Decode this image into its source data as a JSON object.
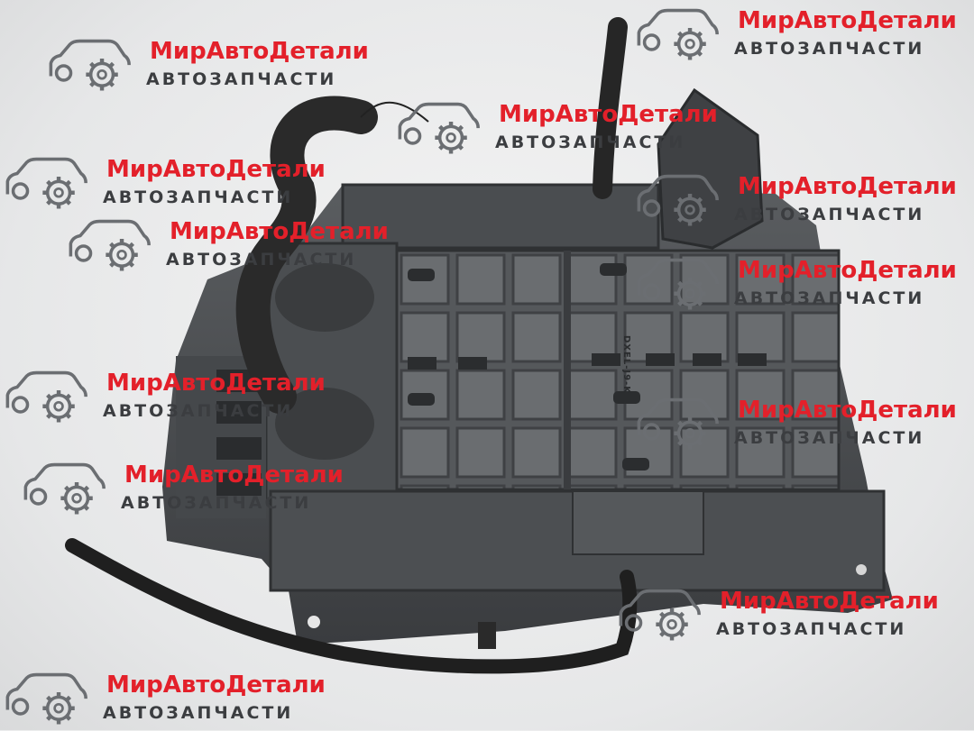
{
  "watermark": {
    "title": "МирАвтоДетали",
    "subtitle": "АВТОЗАПЧАСТИ",
    "title_color": "#e3202a",
    "subtitle_color": "#3b3d40",
    "icon": "car-gear-icon"
  },
  "part_label": "DXEL-J9-K"
}
